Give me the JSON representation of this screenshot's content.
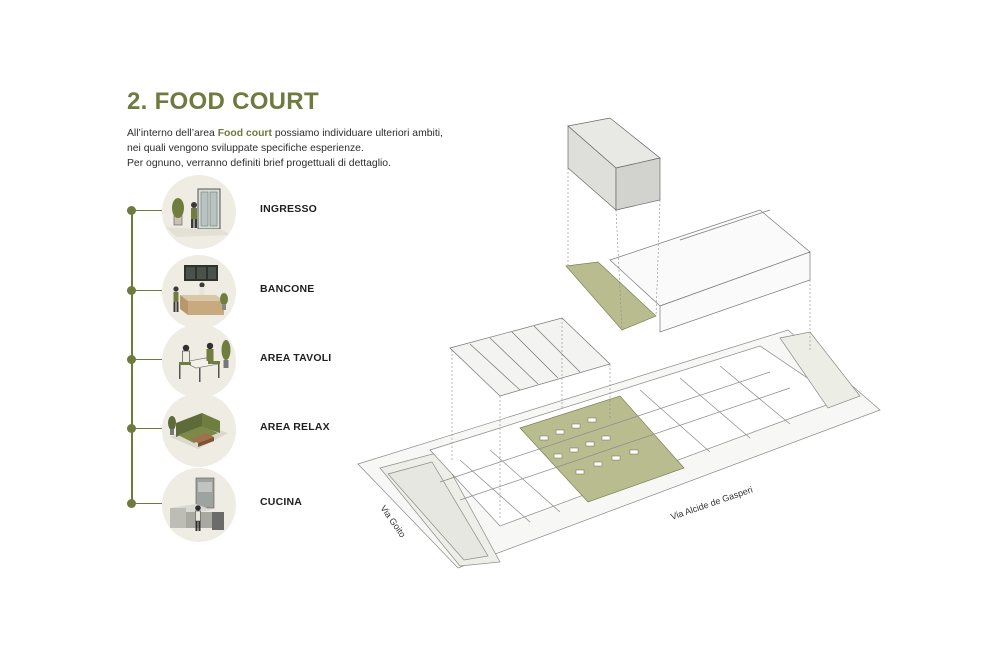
{
  "header": {
    "title": "2. FOOD COURT",
    "intro_line1_pre": "All’interno dell’area ",
    "intro_line1_highlight": "Food court",
    "intro_line1_post": " possiamo individuare ulteriori ambiti,",
    "intro_line2": "nei quali vengono sviluppate specifiche esperienze.",
    "intro_line3": "Per ognuno, verranno definiti brief progettuali di dettaglio."
  },
  "steps": [
    {
      "label": "INGRESSO"
    },
    {
      "label": "BANCONE"
    },
    {
      "label": "AREA TAVOLI"
    },
    {
      "label": "AREA RELAX"
    },
    {
      "label": "CUCINA"
    }
  ],
  "map": {
    "street_left": "Via Goito",
    "street_bottom": "Via Alcide de Gasperi"
  },
  "colors": {
    "accent": "#6e7a3e",
    "highlight_area": "#b9bc8f",
    "circle_bg": "#efece4"
  }
}
